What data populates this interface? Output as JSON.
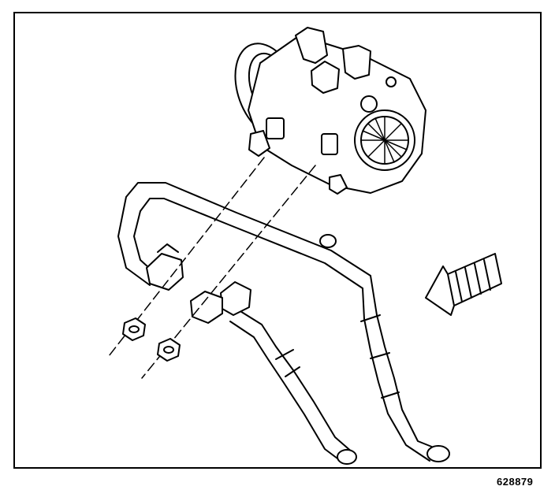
{
  "figure": {
    "number": "628879"
  },
  "parts": {
    "compressor": "ac-compressor",
    "suction_hose": "suction-hose",
    "discharge_hose": "discharge-hose",
    "nuts": [
      "nut-upper",
      "nut-lower"
    ],
    "arrow": "direction-arrow"
  },
  "colors": {
    "line": "#000000",
    "background": "#ffffff"
  }
}
